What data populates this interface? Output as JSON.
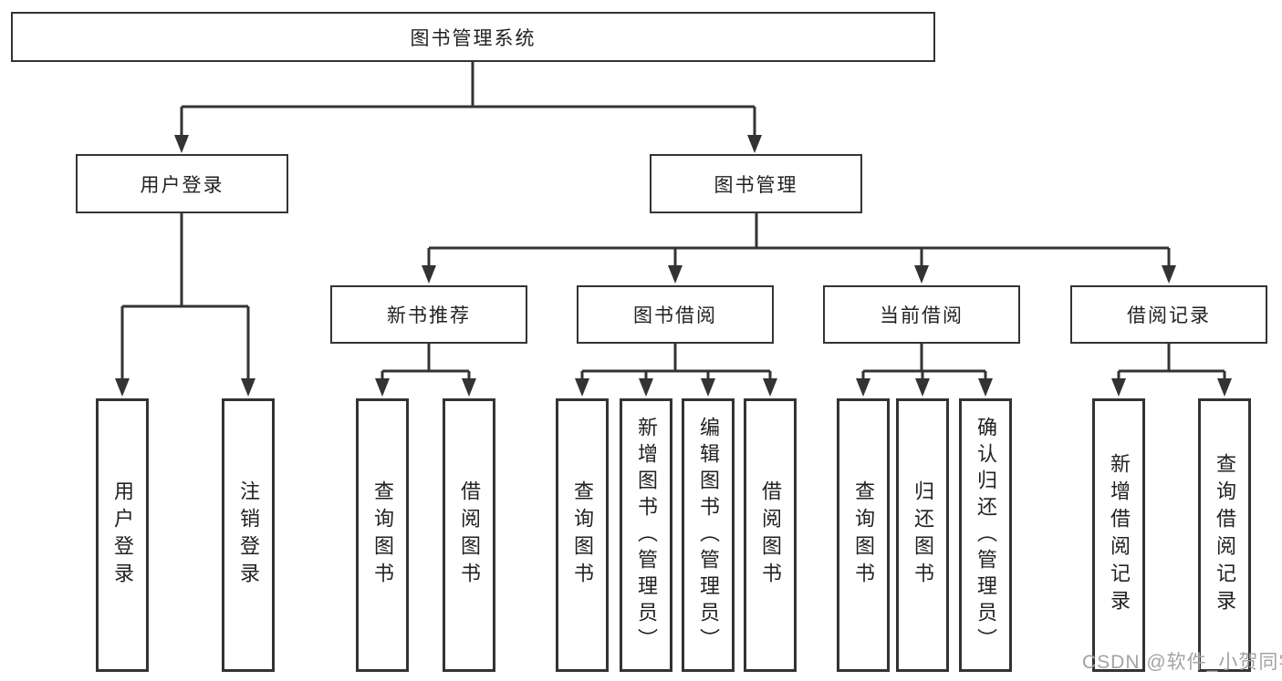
{
  "diagram": {
    "root": {
      "label": "图书管理系统"
    },
    "branches": [
      {
        "label": "用户登录",
        "children": [
          {
            "label": "用户登录"
          },
          {
            "label": "注销登录"
          }
        ]
      },
      {
        "label": "图书管理",
        "children": [
          {
            "label": "新书推荐",
            "children": [
              {
                "label": "查询图书"
              },
              {
                "label": "借阅图书"
              }
            ]
          },
          {
            "label": "图书借阅",
            "children": [
              {
                "label": "查询图书"
              },
              {
                "label": "新增图书（管理员）"
              },
              {
                "label": "编辑图书（管理员）"
              },
              {
                "label": "借阅图书"
              }
            ]
          },
          {
            "label": "当前借阅",
            "children": [
              {
                "label": "查询图书"
              },
              {
                "label": "归还图书"
              },
              {
                "label": "确认归还（管理员）"
              }
            ]
          },
          {
            "label": "借阅记录",
            "children": [
              {
                "label": "新增借阅记录"
              },
              {
                "label": "查询借阅记录"
              }
            ]
          }
        ]
      }
    ],
    "colors": {
      "line": "#333333",
      "box_border": "#333333",
      "text": "#222222",
      "background": "#ffffff",
      "watermark_text": "#a3a3a3"
    }
  },
  "watermark": {
    "text": "CSDN @软件_小贺同学"
  }
}
